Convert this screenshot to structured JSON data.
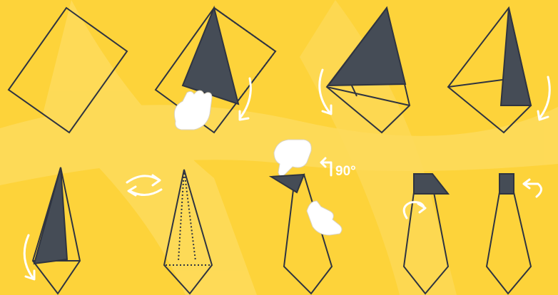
{
  "colors": {
    "background": "#fdd33a",
    "paper_dark": "#454c56",
    "outline": "#2f3440",
    "accent_white": "#ffffff"
  },
  "rotation_label": "90°",
  "steps": [
    {
      "name": "step-1",
      "icons": [
        "square-paper-icon"
      ]
    },
    {
      "name": "step-2",
      "icons": [
        "fold-triangle-icon",
        "hand-icon",
        "curved-arrow-icon"
      ]
    },
    {
      "name": "step-3",
      "icons": [
        "fold-triangle-icon",
        "curved-arrow-icon"
      ]
    },
    {
      "name": "step-4",
      "icons": [
        "fold-triangle-icon",
        "curved-arrow-icon"
      ]
    },
    {
      "name": "step-5",
      "icons": [
        "kite-shape-icon",
        "curved-arrow-icon"
      ]
    },
    {
      "name": "step-6",
      "icons": [
        "flip-arrows-icon",
        "kite-outline-icon"
      ]
    },
    {
      "name": "step-7",
      "icons": [
        "hand-icon",
        "rotate-arrow-icon",
        "kite-shape-icon"
      ]
    },
    {
      "name": "step-8",
      "icons": [
        "tie-shape-icon",
        "curved-arrow-icon"
      ]
    },
    {
      "name": "step-9",
      "icons": [
        "tie-shape-icon",
        "curved-arrow-icon"
      ]
    }
  ]
}
